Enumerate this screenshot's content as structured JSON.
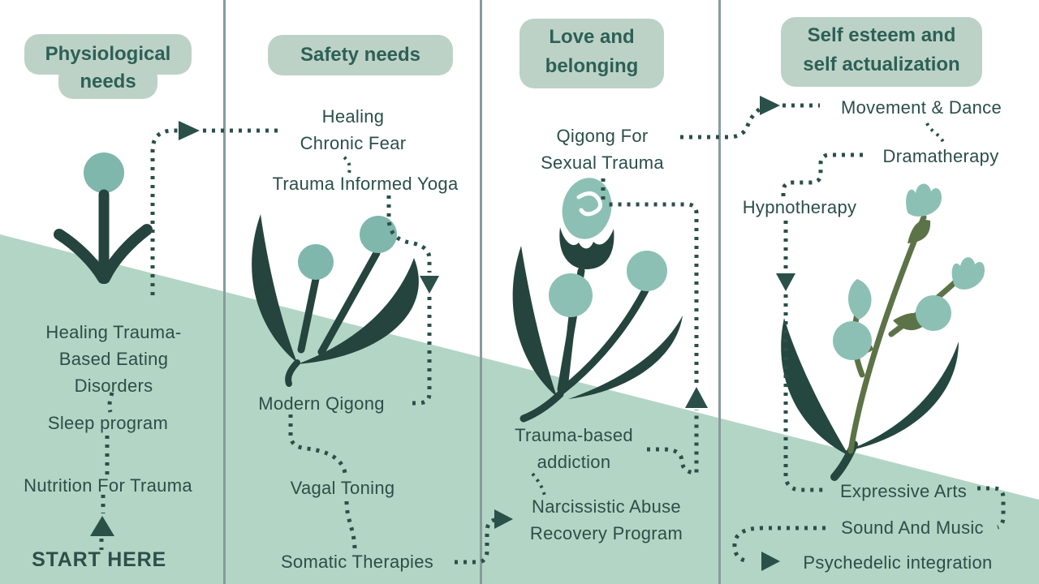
{
  "page": {
    "title": "Trauma healing programs mapped to Maslow's hierarchy of needs",
    "colors": {
      "white": "#ffffff",
      "ink": "#2b4f49",
      "header-ink": "#2d6057",
      "pill": "#bdd2c6",
      "band": "#b3d5c5",
      "divider": "#879b9c",
      "dark": "#25443d",
      "dark2": "#24473f",
      "teal": "#7fb7ac",
      "teal2": "#8cc0b4",
      "olive": "#5c7347"
    },
    "start_marker": "START HERE"
  },
  "columns": [
    {
      "header": {
        "lines": [
          "Physiological",
          "needs"
        ]
      },
      "illustration": "sprout",
      "items": [
        {
          "id": "healing-trauma-based-eating-disorders",
          "lines": [
            "Healing Trauma-",
            "Based Eating",
            "Disorders"
          ]
        },
        {
          "id": "sleep-program",
          "lines": [
            "Sleep program"
          ]
        },
        {
          "id": "nutrition-for-trauma",
          "lines": [
            "Nutrition For Trauma"
          ]
        },
        {
          "id": "start-here",
          "lines": [
            "START HERE"
          ]
        }
      ]
    },
    {
      "header": {
        "lines": [
          "Safety needs"
        ]
      },
      "illustration": "two-buds",
      "items": [
        {
          "id": "healing-chronic-fear",
          "lines": [
            "Healing",
            "Chronic Fear"
          ]
        },
        {
          "id": "trauma-informed-yoga",
          "lines": [
            "Trauma Informed Yoga"
          ]
        },
        {
          "id": "modern-qigong",
          "lines": [
            "Modern Qigong"
          ]
        },
        {
          "id": "vagal-toning",
          "lines": [
            "Vagal Toning"
          ]
        },
        {
          "id": "somatic-therapies",
          "lines": [
            "Somatic Therapies"
          ]
        }
      ]
    },
    {
      "header": {
        "lines": [
          "Love and",
          "belonging"
        ]
      },
      "illustration": "tulip-bud",
      "items": [
        {
          "id": "qigong-for-sexual-trauma",
          "lines": [
            "Qigong For",
            "Sexual Trauma"
          ]
        },
        {
          "id": "trauma-based-addiction",
          "lines": [
            "Trauma-based",
            "addiction"
          ]
        },
        {
          "id": "narcissistic-abuse-recovery-program",
          "lines": [
            "Narcissistic Abuse",
            "Recovery Program"
          ]
        }
      ]
    },
    {
      "header": {
        "lines": [
          "Self esteem and",
          "self actualization"
        ]
      },
      "illustration": "bouquet",
      "items": [
        {
          "id": "movement-and-dance",
          "lines": [
            "Movement & Dance"
          ]
        },
        {
          "id": "dramatherapy",
          "lines": [
            "Dramatherapy"
          ]
        },
        {
          "id": "hypnotherapy",
          "lines": [
            "Hypnotherapy"
          ]
        },
        {
          "id": "expressive-arts",
          "lines": [
            "Expressive Arts"
          ]
        },
        {
          "id": "sound-and-music",
          "lines": [
            "Sound And Music"
          ]
        },
        {
          "id": "psychedelic-integration",
          "lines": [
            "Psychedelic integration"
          ]
        }
      ]
    }
  ]
}
